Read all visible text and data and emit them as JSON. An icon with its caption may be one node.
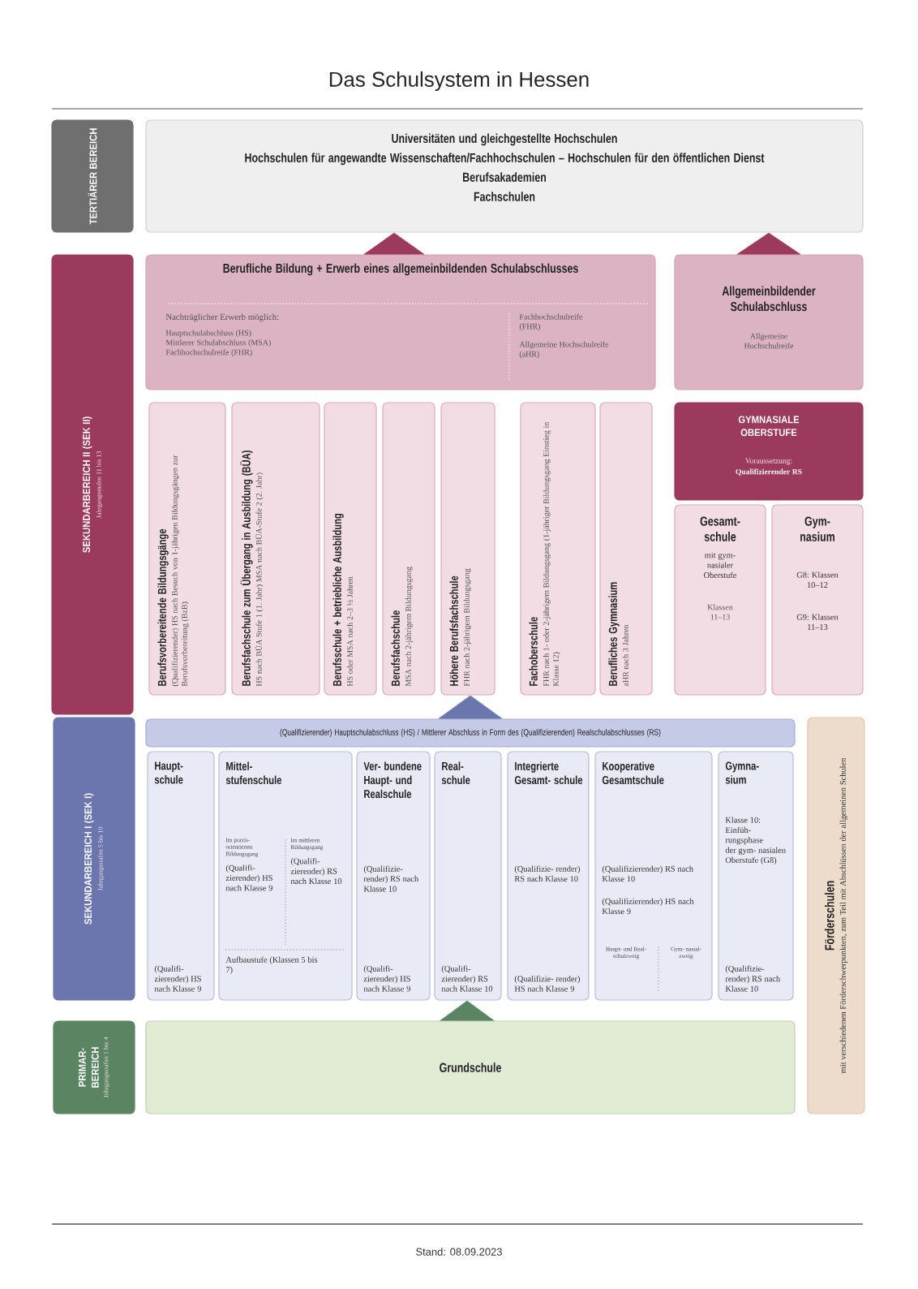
{
  "diagram": {
    "title": "Das Schulsystem in Hessen",
    "nodes": [
      {
        "text": [
          "TERTIÄRER BEREICH"
        ]
      },
      {
        "text": [
          "Universitäten und gleichgestellte Hochschulen",
          "Hochschulen für angewandte Wissenschaften/Fachhochschulen – Hochschulen für den öffentlichen Dienst",
          "Berufsakademien",
          "Fachschulen"
        ]
      },
      {
        "text": [
          "SEKUNDARBEREICH II (SEK II)",
          "Jahrgangsstufen 11 bis 13"
        ]
      },
      {
        "text": [
          "Berufliche Bildung + Erwerb eines allgemeinbildenden Schulabschlusses",
          "Nachträglicher Erwerb möglich:",
          "Hauptschulabschluss (HS)",
          "Mittlerer Schulabschluss (MSA)",
          "Fachhochschulreife (FHR)",
          "Fachhochschulreife (FHR)",
          "Allgemeine Hochschulreife (aHR)"
        ]
      },
      {
        "text": [
          "Allgemeinbildender Schulabschluss",
          "Allgemeine Hochschulreife"
        ]
      },
      {
        "text": [
          "Berufsvorbereitende Bildungsgänge",
          "(Qualifizierender) HS nach Besuch von 1-jährigen Bildungsgängen zur Berufsvorbereitung (BzB)"
        ]
      },
      {
        "text": [
          "Berufsfachschule zum Übergang in Ausbildung (BÜA)",
          "HS nach BÜA Stufe 1 (1. Jahr) MSA nach BÜA-Stufe 2 (2. Jahr)"
        ]
      },
      {
        "text": [
          "**Berufsschule** + betriebliche Ausbildung",
          "HS oder MSA nach 2–3 ½ Jahren"
        ]
      },
      {
        "text": [
          "Berufsfachschule",
          "MSA nach 2-jährigem Bildungsgang"
        ]
      },
      {
        "text": [
          "Höhere Berufsfachschule",
          "FHR nach 2-jährigem Bildungsgang"
        ]
      },
      {
        "text": [
          "Fachoberschule",
          "FHR nach 1- oder 2-jährigem Bildungsgang (1-jähriger Bildungsgang Einstieg in Klasse 12)"
        ]
      },
      {
        "text": [
          "Berufliches Gymnasium",
          "aHR nach 3 Jahren"
        ]
      },
      {
        "text": [
          "GYMNASIALE OBERSTUFE",
          "Voraussetzung:",
          "Qualifizierender RS"
        ]
      },
      {
        "text": [
          "Gesamt- schule",
          "mit gym- nasialer Oberstufe",
          "Klassen 11–13"
        ]
      },
      {
        "text": [
          "Gym- nasium",
          "G8: Klassen 10–12",
          "G9: Klassen 11–13"
        ]
      },
      {
        "text": [
          "SEKUNDARBEREICH I (SEK I)",
          "Jahrgangsstufen 5 bis 10"
        ]
      },
      {
        "text": [
          "(Qualifizierender) Hauptschulabschluss (HS) / Mittlerer Abschluss in Form des (Qualifizierenden) Realschulabschlusses (RS)"
        ]
      },
      {
        "text": [
          "Haupt- schule",
          "(Qualifi- zierender) HS nach Klasse 9"
        ]
      },
      {
        "text": [
          "Mittel- stufenschule",
          "Im praxis- orientierten Bildungsgang",
          "(Qualifi- zierender) HS nach Klasse 9",
          "Im mittleren Bildungsgang",
          "(Qualifi- zierender) RS nach Klasse 10",
          "Aufbaustufe (Klassen 5 bis 7)"
        ]
      },
      {
        "text": [
          "Ver- bundene Haupt- und Realschule",
          "(Qualifizie- render) RS nach Klasse 10",
          "(Qualifi- zierender) HS nach Klasse 9"
        ]
      },
      {
        "text": [
          "Real- schule",
          "(Qualifi- zierender) RS nach Klasse 10"
        ]
      },
      {
        "text": [
          "Integrierte Gesamt- schule",
          "(Qualifizie- render) RS nach Klasse 10",
          "(Qualifizie- render) HS nach Klasse 9"
        ]
      },
      {
        "text": [
          "Kooperative Gesamtschule",
          "(Qualifizierender) RS nach Klasse 10",
          "(Qualifizierender) HS nach Klasse 9",
          "Haupt- und Real- schulzweig",
          "Gym- nasial- zweig"
        ]
      },
      {
        "text": [
          "Gymna- sium",
          "Klasse 10: Einfüh- rungsphase der gym- nasialen Oberstufe (G8)",
          "(Qualifizie- render) RS nach Klasse 10"
        ]
      },
      {
        "text": [
          "Förderschulen",
          "mit verschiedenen Förderschwerpunkten, zum Teil mit Abschlüssen der allgemeinen Schulen"
        ]
      },
      {
        "text": [
          "PRIMAR- BEREICH",
          "Jahrgangsstufen 1 bis 4"
        ]
      },
      {
        "text": [
          "Grundschule"
        ]
      }
    ],
    "edges": [
      {
        "from": 3,
        "to": 1,
        "arrow": "to"
      },
      {
        "from": 4,
        "to": 1,
        "arrow": "to"
      },
      {
        "from": 16,
        "to": 9,
        "arrow": "to",
        "color": "#6a76ad"
      },
      {
        "from": 26,
        "to": 20,
        "arrow": "to",
        "color": "#5a8462"
      }
    ],
    "labels": [
      "Stand: 08.09.2023"
    ]
  }
}
